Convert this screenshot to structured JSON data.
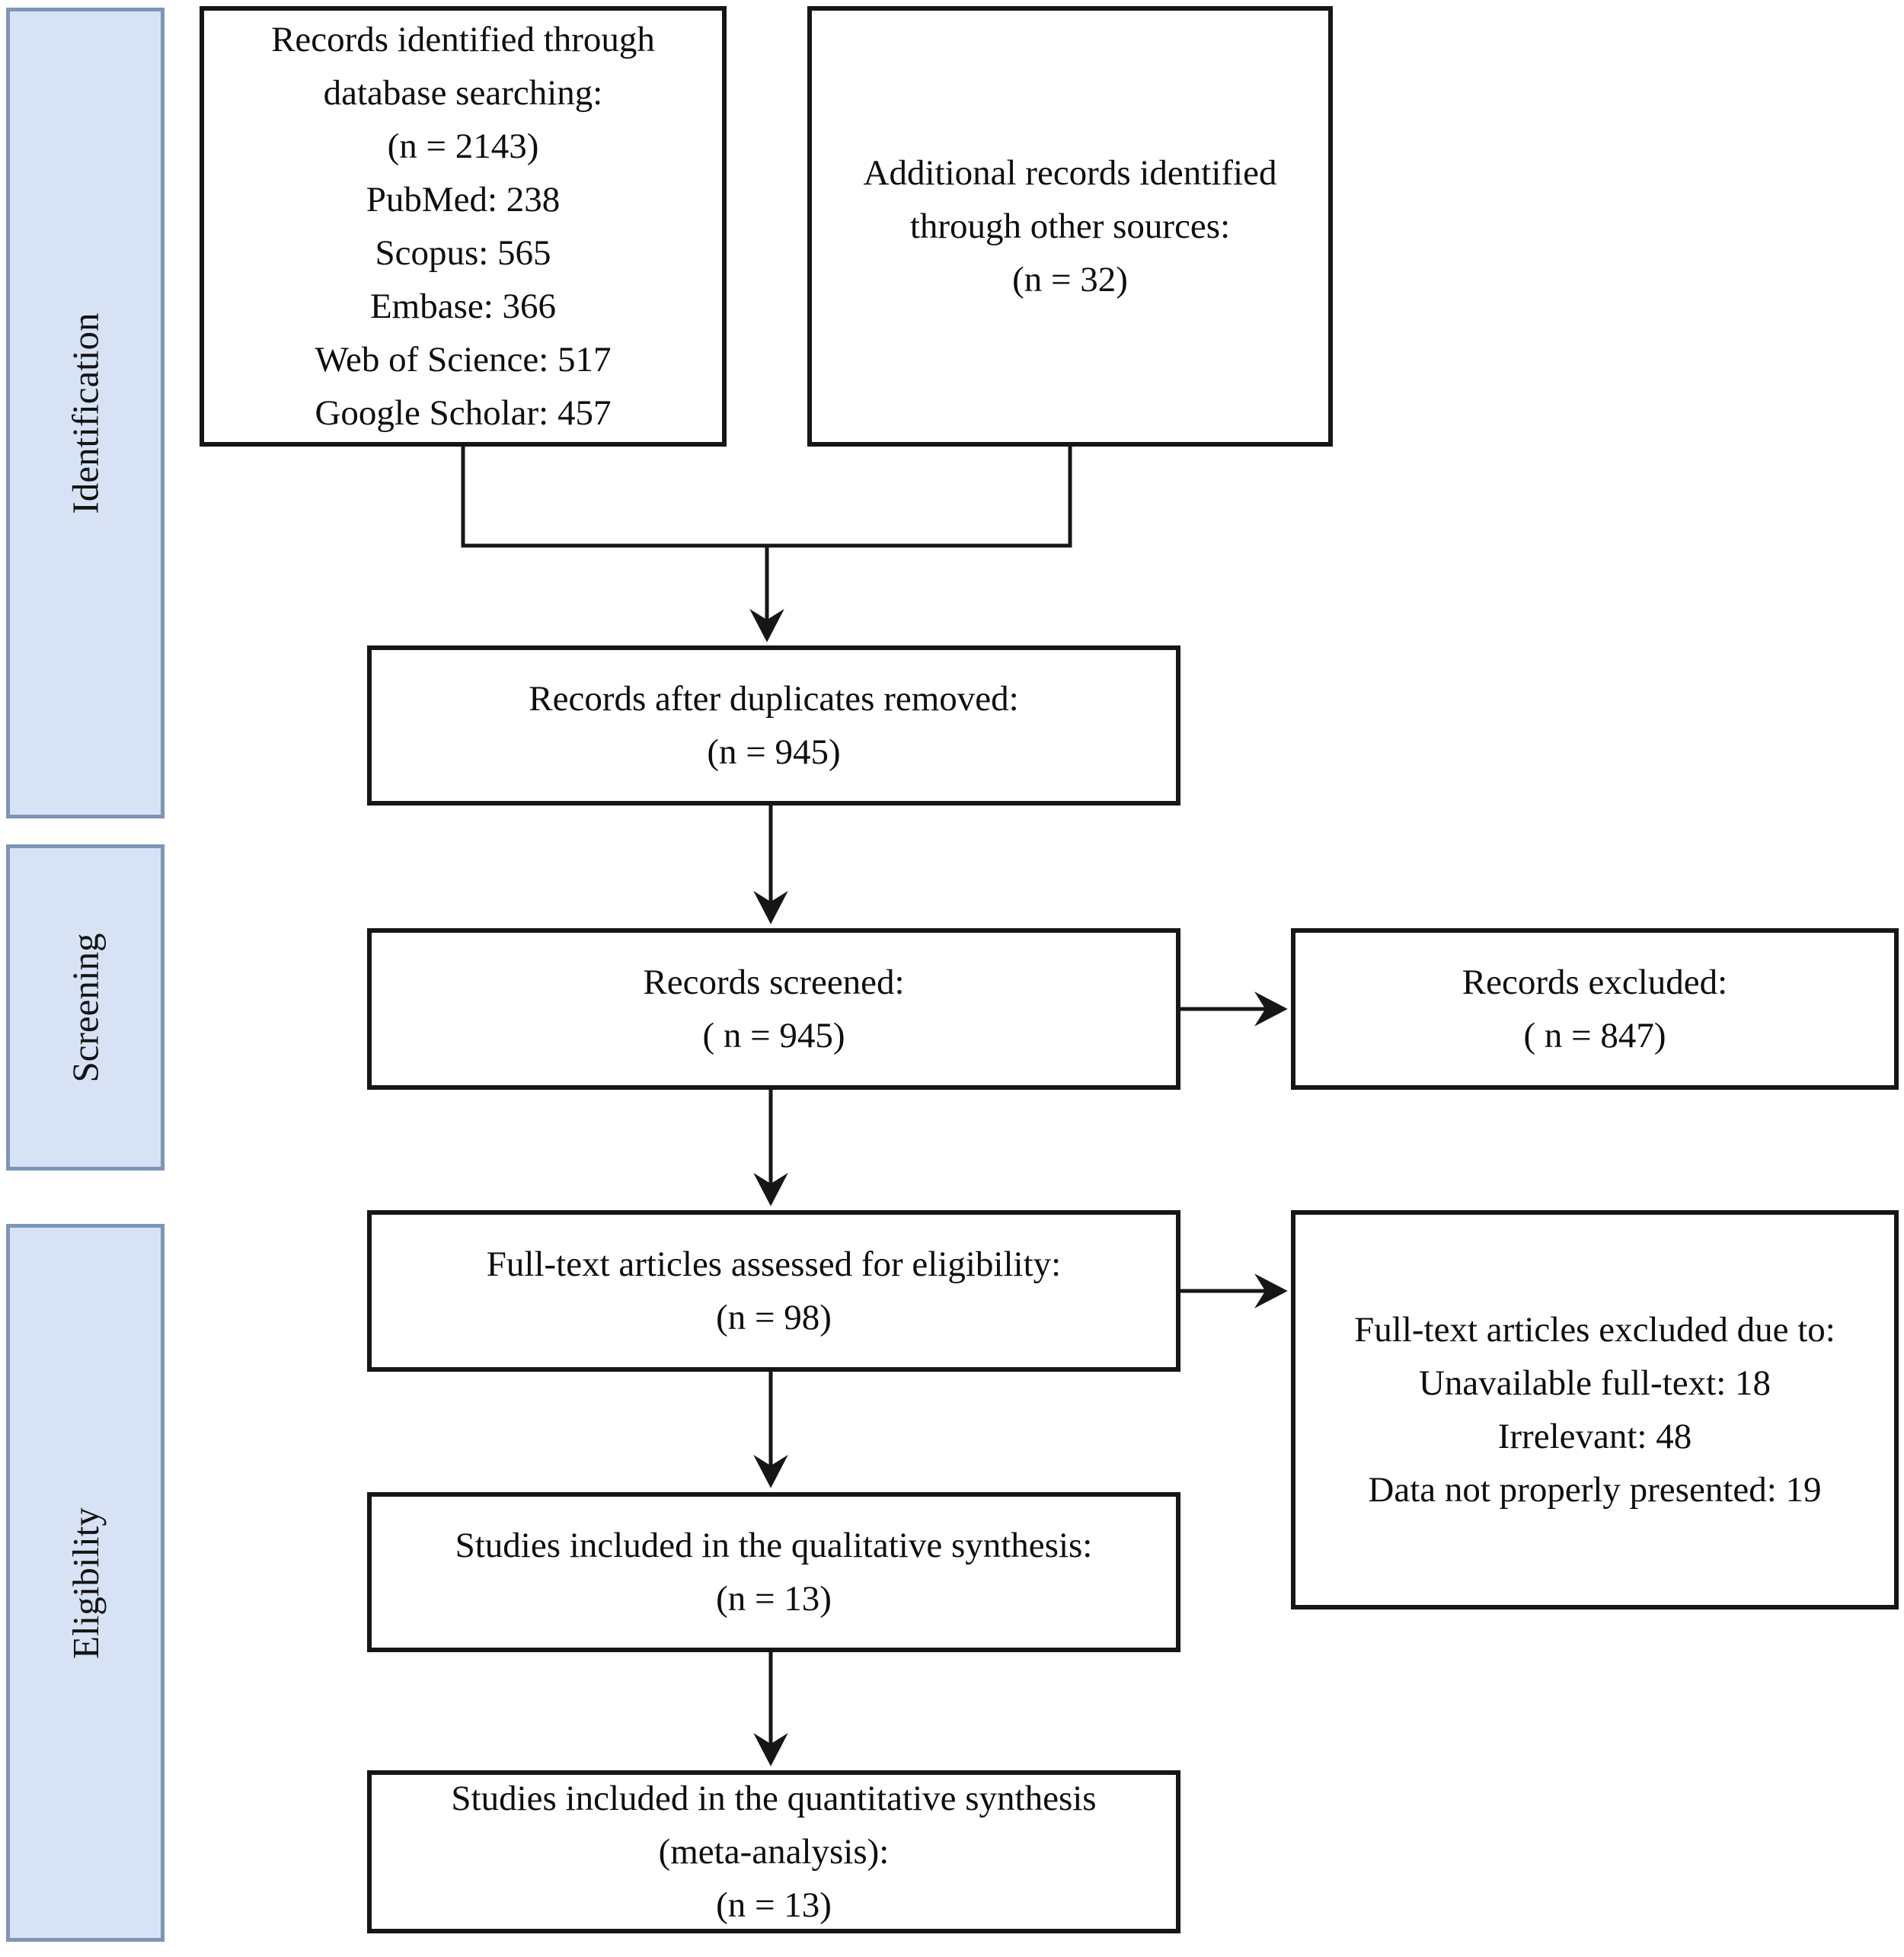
{
  "figure": {
    "type": "prisma-flow-diagram",
    "stages": [
      {
        "label": "Identification"
      },
      {
        "label": "Screening"
      },
      {
        "label": "Eligibility"
      }
    ],
    "boxes": {
      "identified": {
        "text": "Records identified through\ndatabase searching:\n(n = 2143)\nPubMed: 238\nScopus: 565\nEmbase: 366\nWeb of Science: 517\nGoogle Scholar: 457"
      },
      "additional": {
        "text": "Additional records identified\nthrough other sources:\n(n = 32)"
      },
      "duplicates_removed": {
        "text": "Records after duplicates removed:\n(n = 945)"
      },
      "screened": {
        "text": "Records screened:\n( n = 945)"
      },
      "excluded": {
        "text": "Records excluded:\n( n = 847)"
      },
      "fulltext_assessed": {
        "text": "Full-text articles assessed for eligibility:\n(n = 98)"
      },
      "fulltext_excluded": {
        "text": "Full-text articles excluded due to:\nUnavailable full-text: 18\nIrrelevant: 48\nData not properly presented: 19"
      },
      "qualitative": {
        "text": "Studies included in the qualitative synthesis:\n(n = 13)"
      },
      "quantitative": {
        "text": "Studies included in the quantitative synthesis\n(meta-analysis):\n(n = 13)"
      }
    },
    "colors": {
      "sidebar_fill": "#d7e3f5",
      "sidebar_border": "#7d95b6",
      "line": "#161616",
      "ink": "#0e0e0e",
      "box_fill": "#ffffff"
    }
  }
}
